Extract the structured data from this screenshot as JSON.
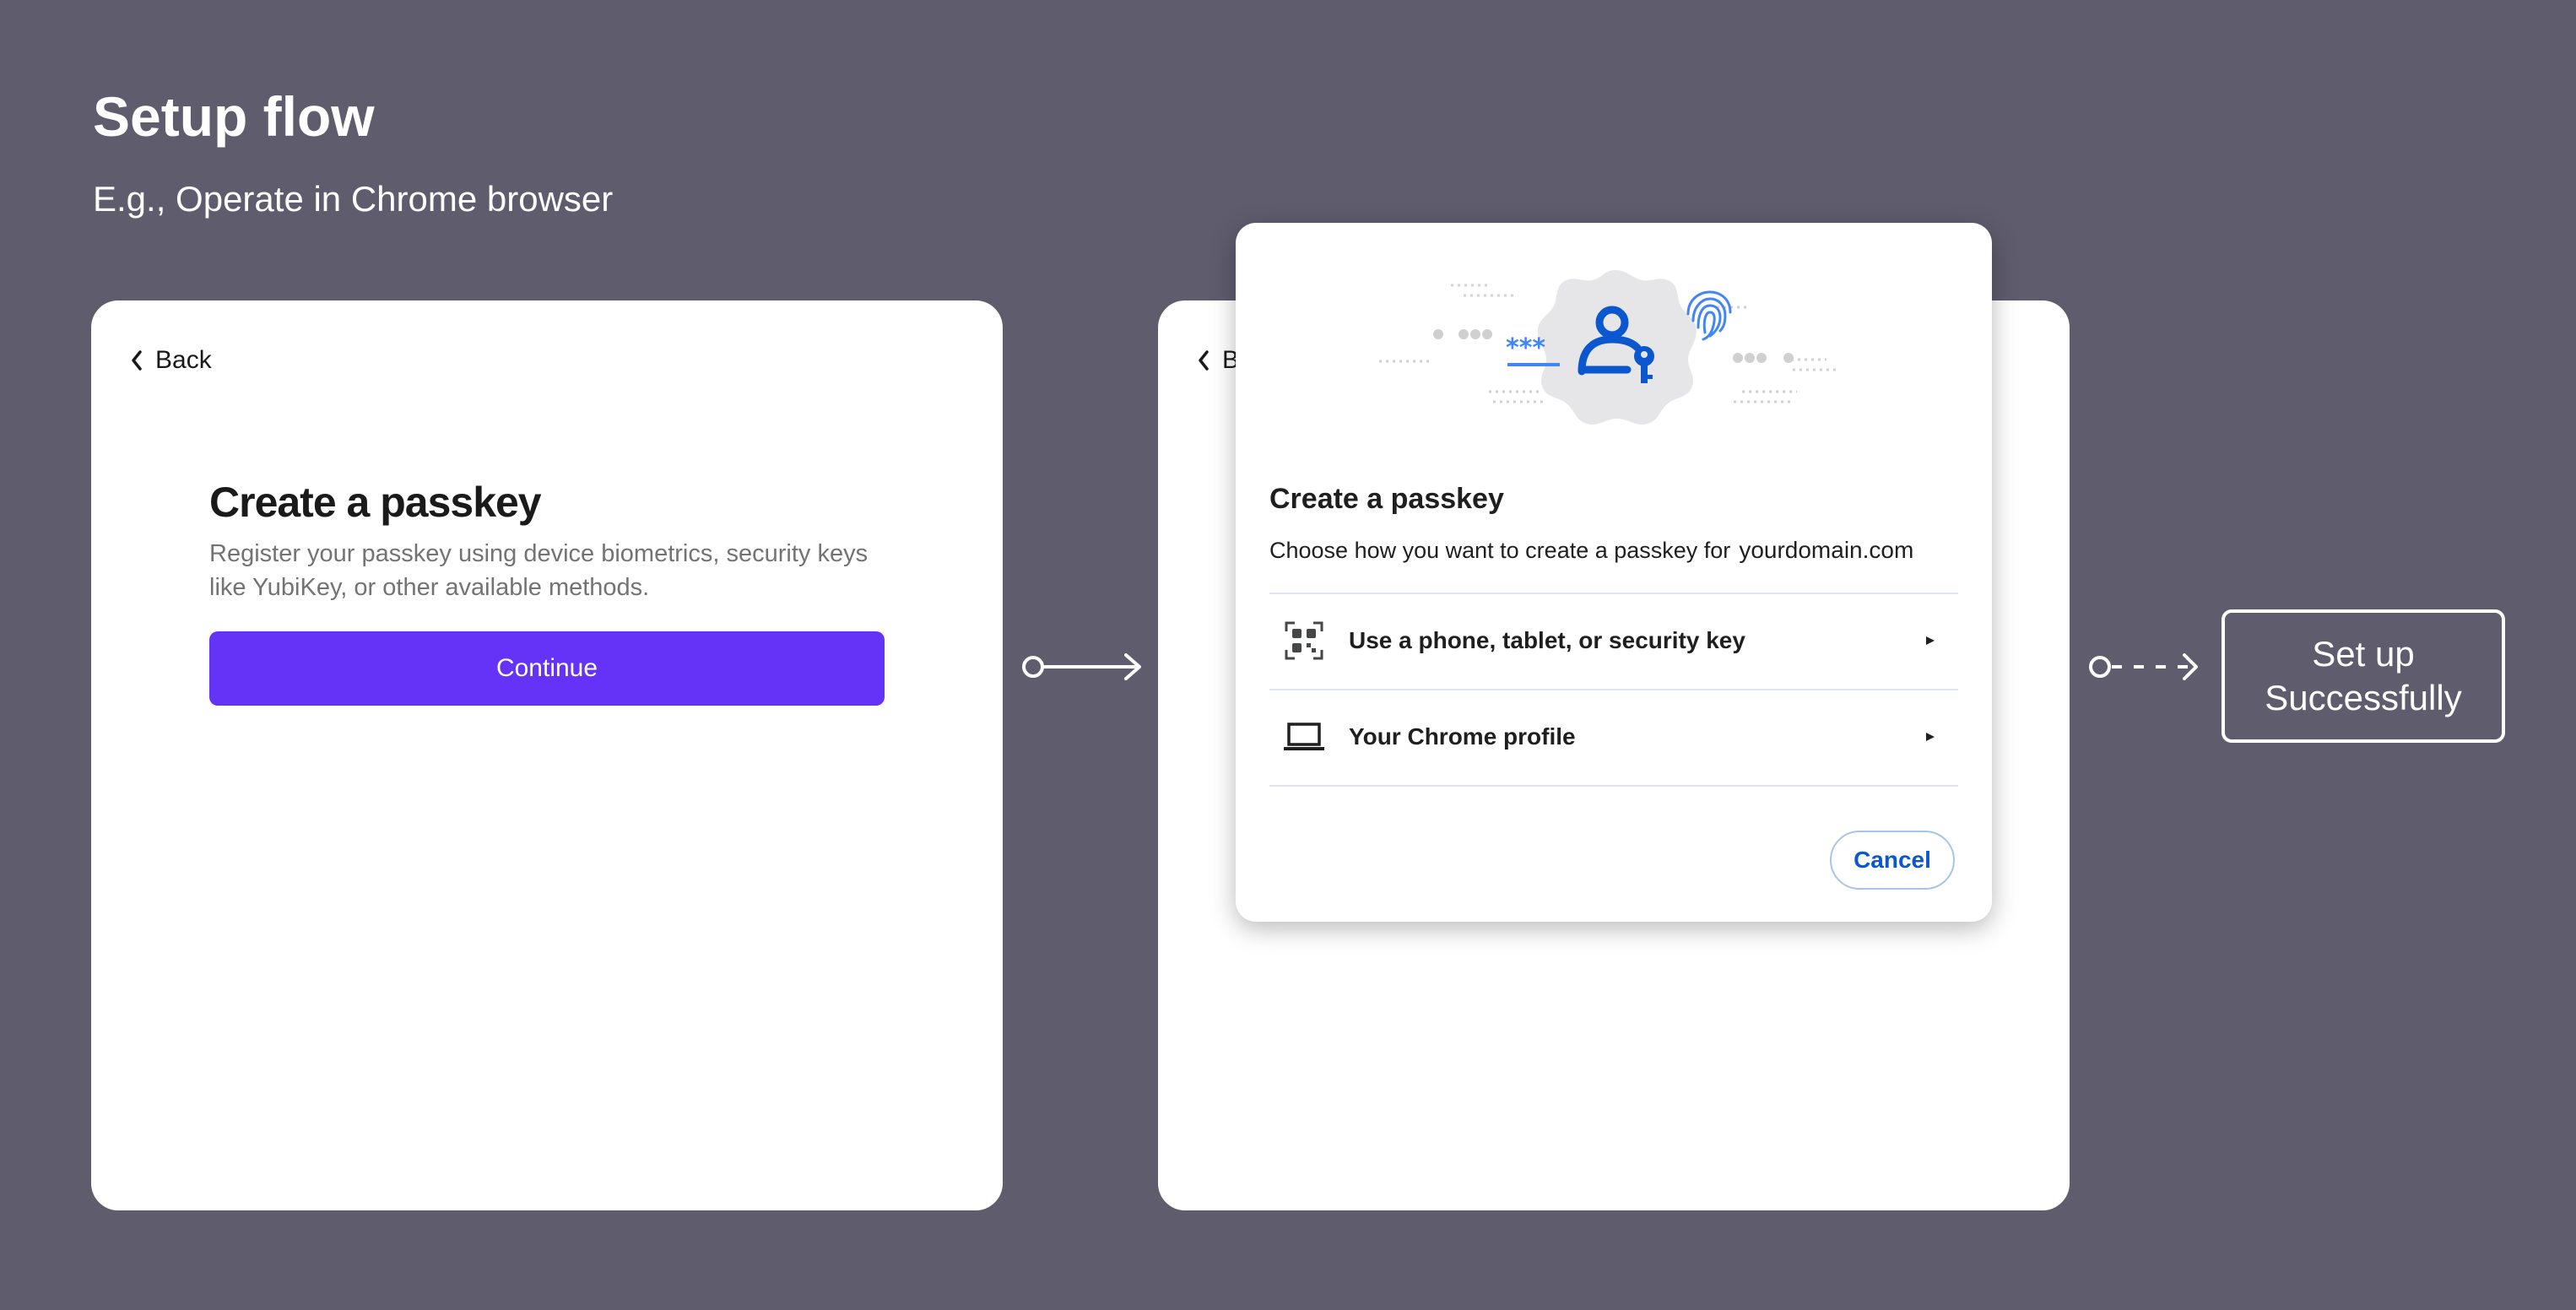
{
  "header": {
    "title": "Setup flow",
    "subtitle": "E.g., Operate in Chrome browser"
  },
  "card1": {
    "back_label": "Back",
    "title": "Create a passkey",
    "description": "Register your passkey using device biometrics, security keys like YubiKey, or other available methods.",
    "continue_label": "Continue"
  },
  "card2": {
    "back_label": "Back"
  },
  "dialog": {
    "title": "Create a passkey",
    "description": "Choose how you want to create a passkey for",
    "domain": "yourdomain.com",
    "options": [
      {
        "label": "Use a phone, tablet, or security key",
        "icon": "qr-code-icon"
      },
      {
        "label": "Your Chrome profile",
        "icon": "laptop-icon"
      }
    ],
    "cancel_label": "Cancel",
    "illustration_password_mask": "***",
    "accent_color": "#0b57d0"
  },
  "final_step": {
    "line1": "Set up",
    "line2": "Successfully"
  },
  "colors": {
    "background": "#5f5c6d",
    "primary_button": "#6533f7",
    "link_blue": "#0b57d0"
  }
}
